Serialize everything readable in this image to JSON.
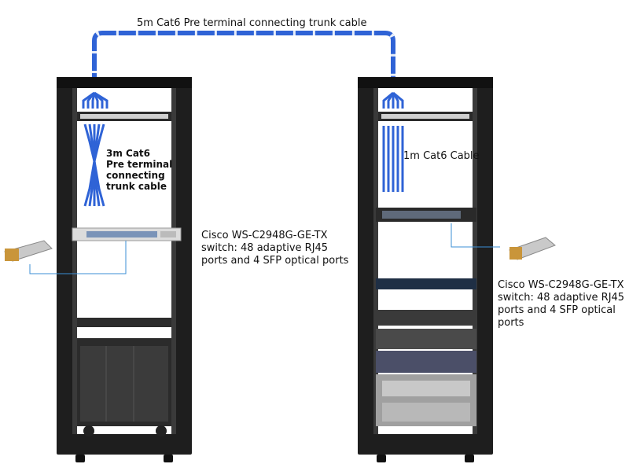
{
  "labels": {
    "trunk_5m": "5m Cat6 Pre terminal connecting trunk cable",
    "trunk_3m": "3m Cat6\nPre terminal\nconnecting\ntrunk cable",
    "cable_1m": "1m Cat6 Cable",
    "switch_left": "Cisco WS-C2948G-GE-TX\nswitch: 48 adaptive RJ45\nports and 4 SFP optical ports",
    "switch_right": "Cisco WS-C2948G-GE-TX\nswitch: 48 adaptive RJ45\nports and 4 SFP optical\nports"
  },
  "colors": {
    "trunk_cable": "#2f63d6",
    "cable_stripe": "#e8eef8",
    "rack_frame": "#1e1e1e",
    "rack_rail": "#3a3a3a",
    "leader_line": "#3b8fd6",
    "sfp_body": "#c9c9c9",
    "sfp_gold": "#c9953a"
  },
  "icons": {
    "sfp_module": "sfp-module-icon",
    "switch": "switch-icon",
    "patch_panel": "patch-panel-icon",
    "server": "server-icon"
  }
}
